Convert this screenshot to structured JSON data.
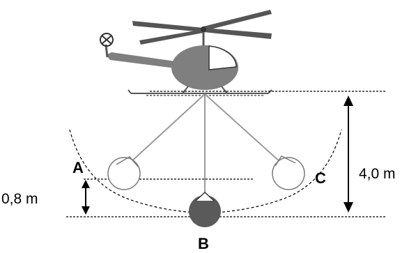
{
  "labels": {
    "point_a": "A",
    "point_b": "B",
    "point_c": "C",
    "height_total": "4,0 m",
    "height_small": "0,8  m"
  },
  "colors": {
    "ink": "#000000",
    "helicopter_body": "#7f7f7f",
    "helicopter_dark": "#555555",
    "bob_dark": "#5a5a5a",
    "line_gray": "#9a9a9a",
    "background": "#ffffff"
  },
  "icons": {
    "helicopter": "helicopter-icon",
    "tail_rotor": "tail-rotor-icon"
  }
}
